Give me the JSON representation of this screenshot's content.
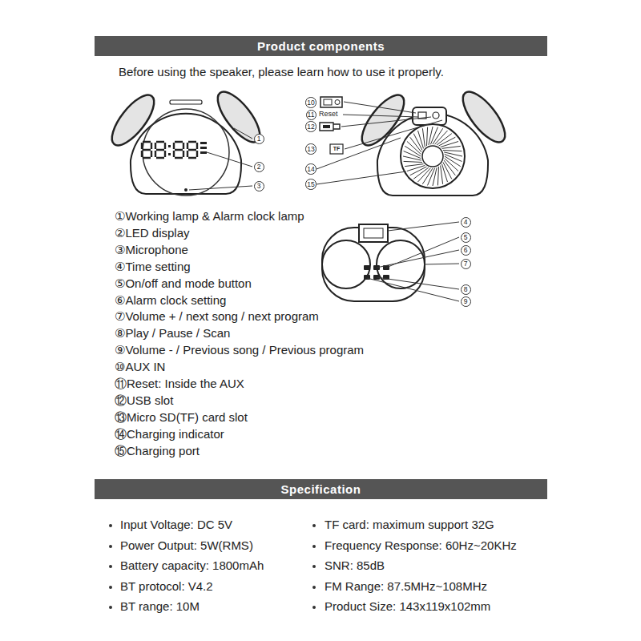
{
  "diagram": {
    "nodes": [
      {
        "text": [
          "Product components"
        ]
      },
      {
        "text": [
          "1"
        ]
      },
      {
        "text": [
          "2"
        ]
      },
      {
        "text": [
          "3"
        ]
      },
      {
        "text": [
          "10"
        ]
      },
      {
        "text": [
          "11"
        ]
      },
      {
        "text": [
          "12"
        ]
      },
      {
        "text": [
          "13"
        ]
      },
      {
        "text": [
          "14"
        ]
      },
      {
        "text": [
          "15"
        ]
      },
      {
        "text": [
          "4"
        ]
      },
      {
        "text": [
          "5"
        ]
      },
      {
        "text": [
          "6"
        ]
      },
      {
        "text": [
          "7"
        ]
      },
      {
        "text": [
          "8"
        ]
      },
      {
        "text": [
          "9"
        ]
      },
      {
        "text": [
          "Specification"
        ]
      }
    ],
    "labels": [
      "Before using the speaker, please learn how to use it properly.",
      "Reset",
      "TF",
      "①Working lamp & Alarm clock lamp",
      "②LED display",
      "③Microphone",
      "④Time setting",
      "⑤On/off and mode button",
      "⑥Alarm clock setting",
      "⑦Volume + / next song / next program",
      "⑧Play / Pause / Scan",
      "⑨Volume - / Previous song / Previous program",
      "⑩AUX IN",
      "⑪Reset: Inside the AUX",
      "⑫USB slot",
      "⑬Micro SD(TF) card slot",
      "⑭Charging indicator",
      "⑮Charging port",
      "Input Voltage: DC 5V",
      "TF card: maximum support 32G",
      "Power Output: 5W(RMS)",
      "Frequency Response: 60Hz~20KHz",
      "Battery capacity: 1800mAh",
      "SNR: 85dB",
      "BT protocol: V4.2",
      "FM Range: 87.5MHz~108MHz",
      "BT range: 10M",
      "Product Size: 143x119x102mm"
    ]
  }
}
